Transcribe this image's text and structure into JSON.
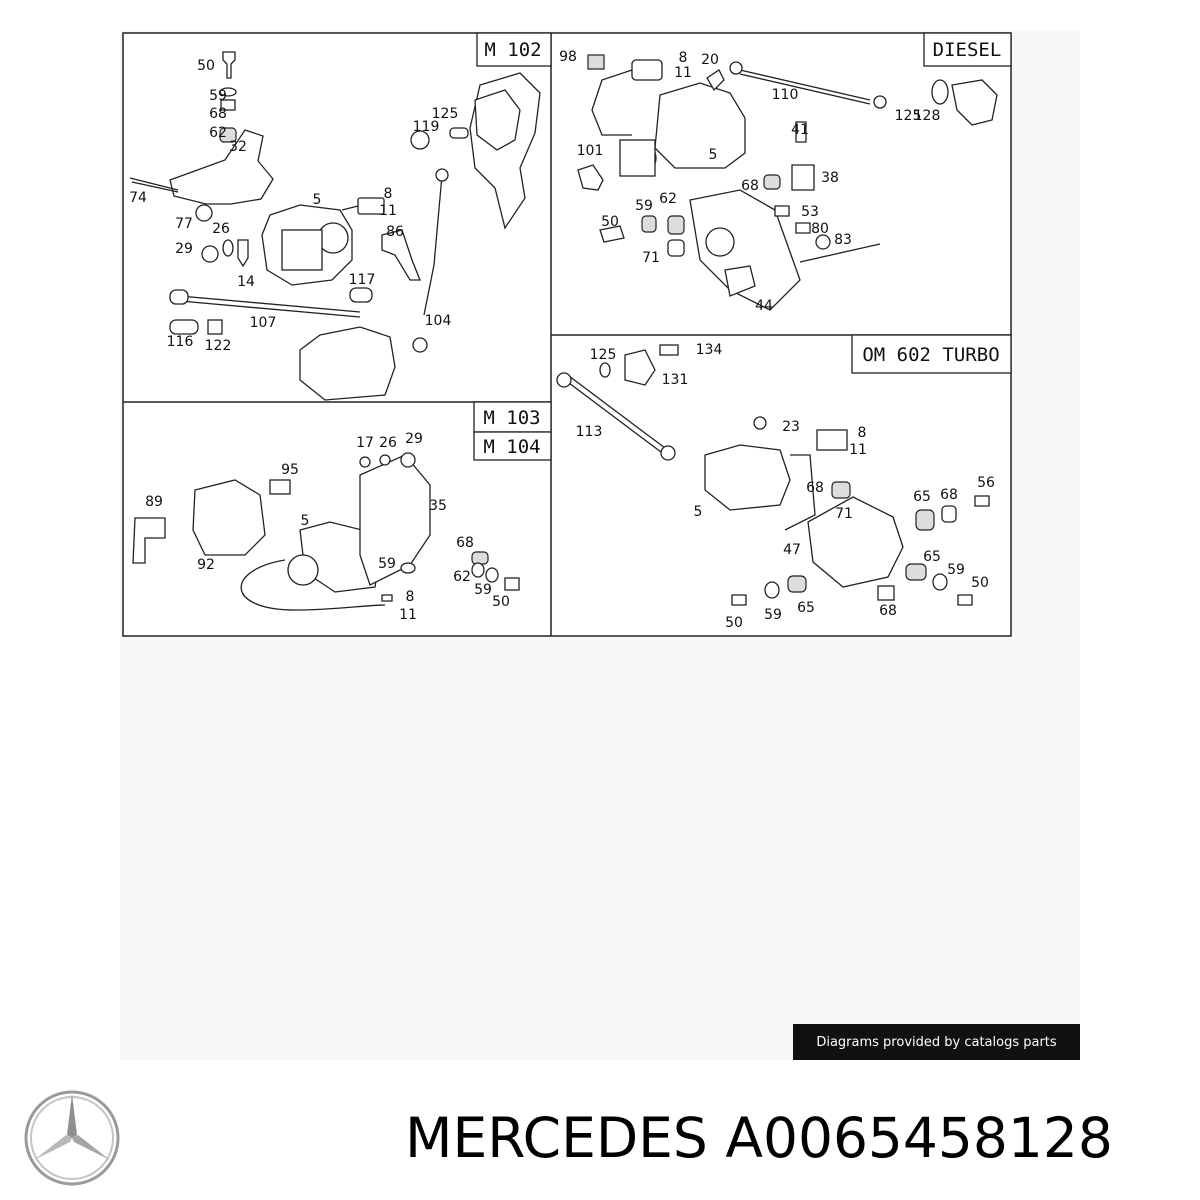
{
  "panels": [
    {
      "id": "m102",
      "header": "M 102",
      "labels": [
        "50",
        "59",
        "68",
        "62",
        "32",
        "74",
        "77",
        "26",
        "29",
        "14",
        "5",
        "8",
        "11",
        "119",
        "125",
        "86",
        "117",
        "107",
        "104",
        "116",
        "122"
      ]
    },
    {
      "id": "diesel",
      "header": "DIESEL",
      "labels": [
        "98",
        "8",
        "11",
        "20",
        "110",
        "125",
        "128",
        "41",
        "101",
        "5",
        "68",
        "38",
        "59",
        "62",
        "53",
        "80",
        "83",
        "50",
        "71",
        "44"
      ]
    },
    {
      "id": "m103",
      "header": "M 103",
      "header2": "M 104",
      "labels": [
        "17",
        "26",
        "29",
        "95",
        "89",
        "92",
        "5",
        "35",
        "68",
        "59",
        "62",
        "59",
        "50",
        "8",
        "11"
      ]
    },
    {
      "id": "om602",
      "header": "OM 602 TURBO",
      "labels": [
        "125",
        "134",
        "131",
        "113",
        "23",
        "8",
        "11",
        "68",
        "5",
        "71",
        "65",
        "68",
        "56",
        "47",
        "65",
        "59",
        "50",
        "50",
        "59",
        "65",
        "68"
      ]
    }
  ],
  "credit": "Diagrams provided by catalogs parts",
  "caption": "MERCEDES A0065458128",
  "brand_logo_icon": "mercedes-star-icon"
}
